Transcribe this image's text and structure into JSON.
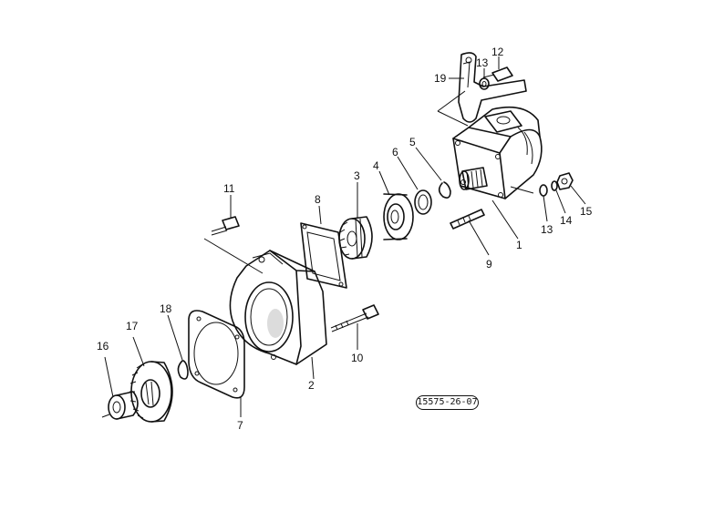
{
  "callouts": [
    {
      "id": "1",
      "label": "1"
    },
    {
      "id": "2",
      "label": "2"
    },
    {
      "id": "3",
      "label": "3"
    },
    {
      "id": "4",
      "label": "4"
    },
    {
      "id": "5",
      "label": "5"
    },
    {
      "id": "6",
      "label": "6"
    },
    {
      "id": "7",
      "label": "7"
    },
    {
      "id": "8",
      "label": "8"
    },
    {
      "id": "9",
      "label": "9"
    },
    {
      "id": "10",
      "label": "10"
    },
    {
      "id": "11",
      "label": "11"
    },
    {
      "id": "12",
      "label": "12"
    },
    {
      "id": "13a",
      "label": "13"
    },
    {
      "id": "13b",
      "label": "13"
    },
    {
      "id": "14",
      "label": "14"
    },
    {
      "id": "15",
      "label": "15"
    },
    {
      "id": "16",
      "label": "16"
    },
    {
      "id": "17",
      "label": "17"
    },
    {
      "id": "18",
      "label": "18"
    },
    {
      "id": "19",
      "label": "19"
    }
  ],
  "reference_code": "15575-26-07"
}
